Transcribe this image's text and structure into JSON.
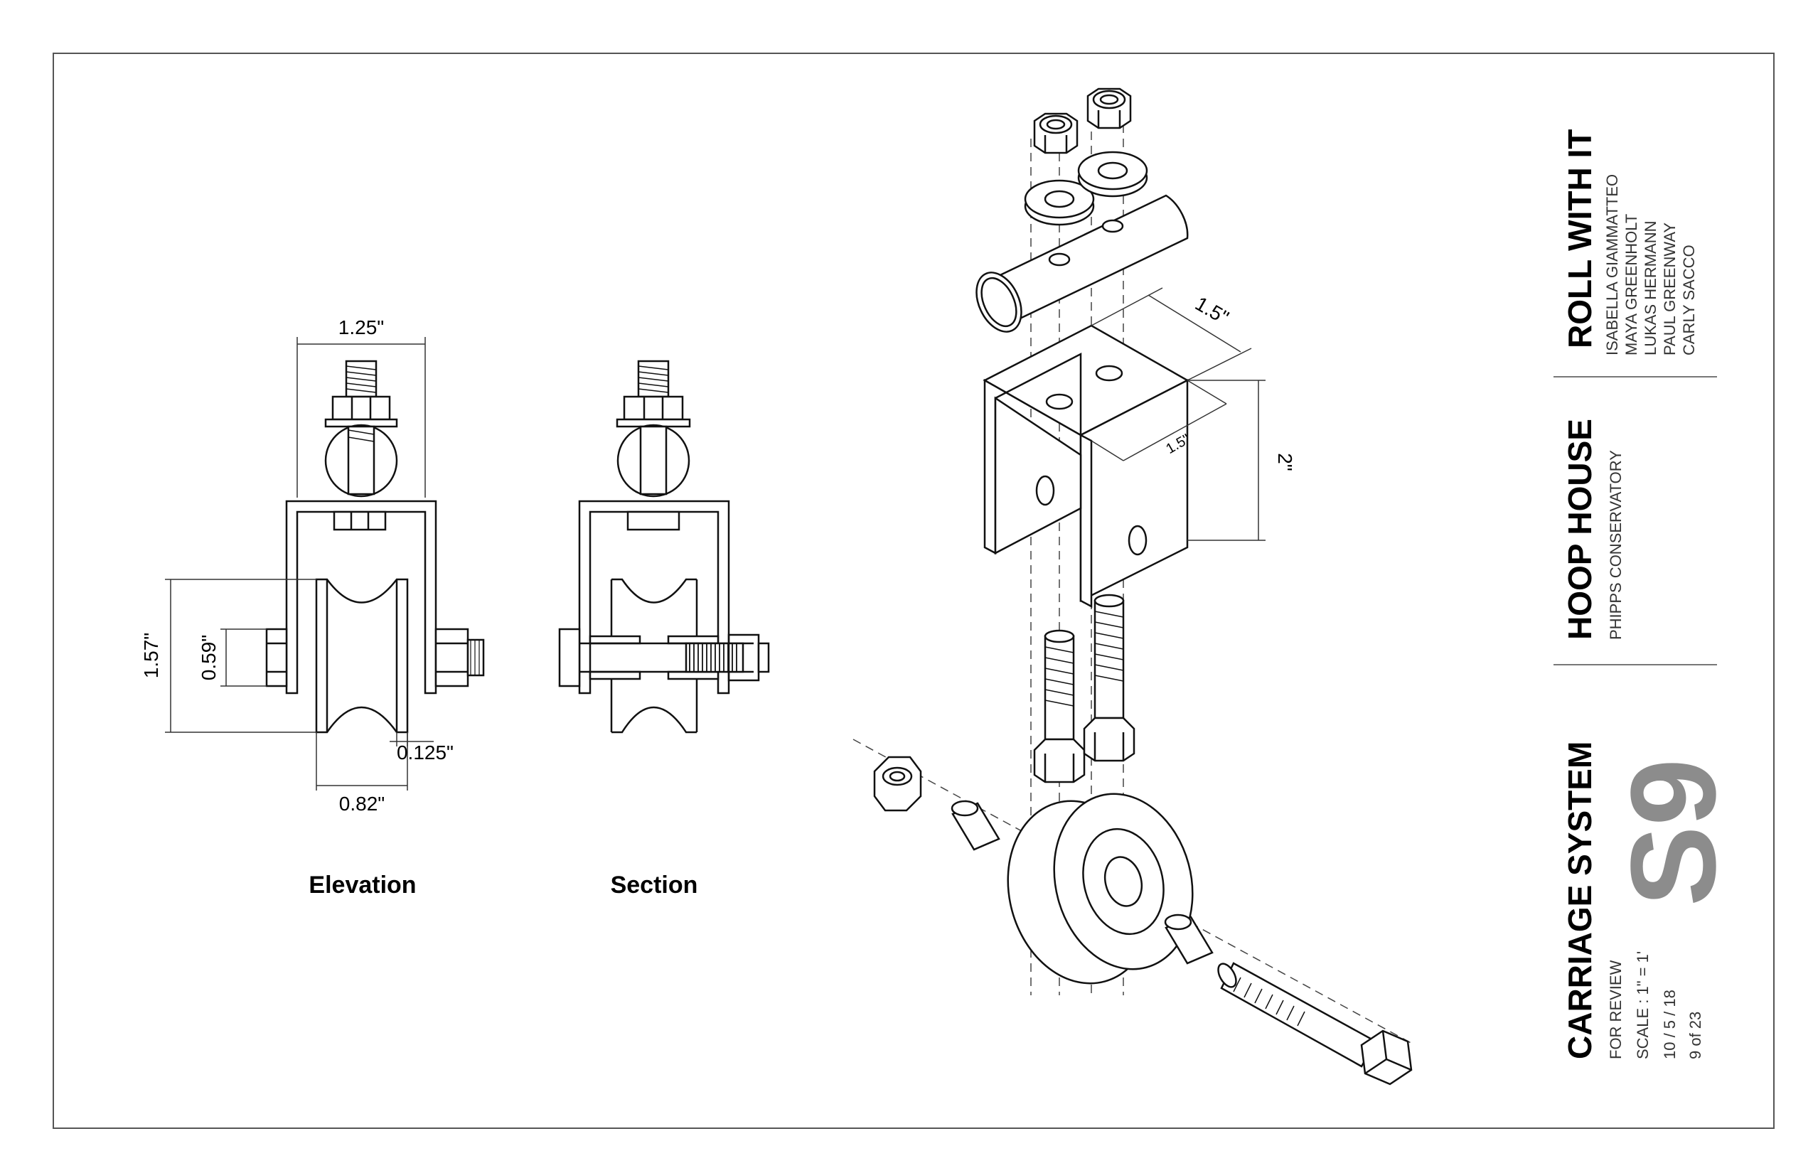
{
  "elevation": {
    "caption": "Elevation",
    "dim_width_top": "1.25\"",
    "dim_height_outer": "1.57\"",
    "dim_height_inner": "0.59\"",
    "dim_flange": "0.125\"",
    "dim_width_bottom": "0.82\""
  },
  "section": {
    "caption": "Section"
  },
  "isometric": {
    "dim_length": "1.5\"",
    "dim_depth": "1.5\"",
    "dim_height": "2\""
  },
  "title_block": {
    "project_title": "ROLL WITH IT",
    "team": [
      "ISABELLA GIAMMATTEO",
      "MAYA GREENHOLT",
      "LUKAS HERMANN",
      "PAUL GREENWAY",
      "CARLY SACCO"
    ],
    "project_name": "HOOP HOUSE",
    "client": "PHIPPS CONSERVATORY",
    "sheet_title": "CARRIAGE SYSTEM",
    "status": "FOR REVIEW",
    "scale": "SCALE : 1\" = 1'",
    "date": "10 / 5 / 18",
    "page": "9 of 23",
    "sheet_number": "S9"
  }
}
